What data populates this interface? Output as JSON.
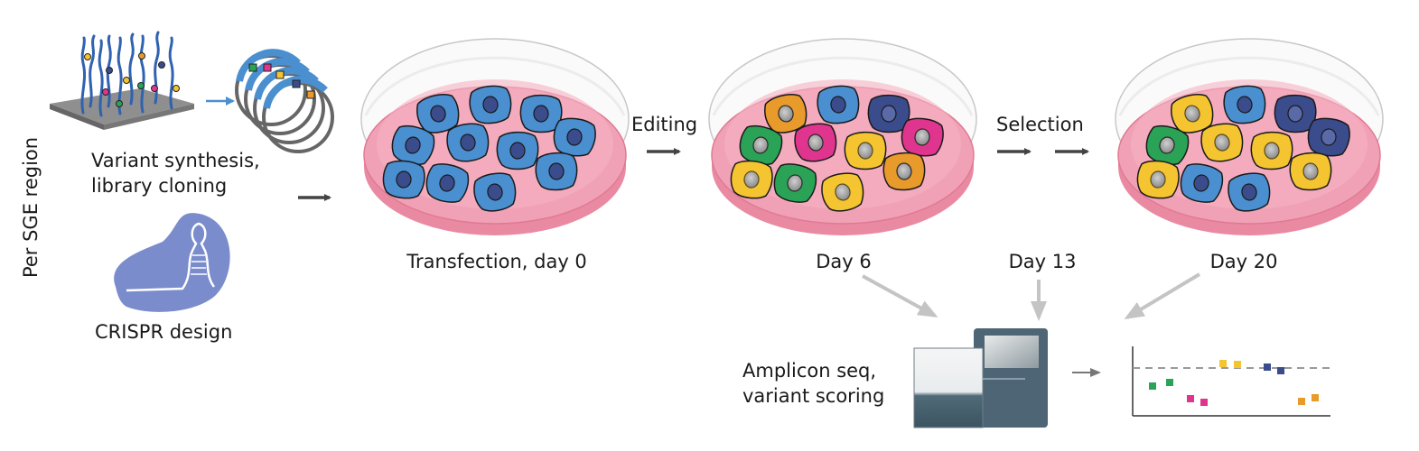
{
  "labels": {
    "side": "Per SGE region",
    "synthesis_line1": "Variant synthesis,",
    "synthesis_line2": "library cloning",
    "crispr": "CRISPR design",
    "transfection": "Transfection, day 0",
    "editing": "Editing",
    "day6": "Day 6",
    "selection": "Selection",
    "day13": "Day 13",
    "day20": "Day 20",
    "amplicon_line1": "Amplicon seq,",
    "amplicon_line2": "variant scoring"
  },
  "colors": {
    "wildtype": "#4a8fcf",
    "green": "#2aa356",
    "pink": "#e0358e",
    "orange": "#e89a2b",
    "yellow": "#f5c431",
    "navy": "#3b4c8c",
    "dish": "#f0a1b5",
    "crispr": "#7a8ccc",
    "arrow": "#444444",
    "grey_arrow": "#c4c4c4"
  },
  "dishes": [
    {
      "id": "day0",
      "cells": [
        "wildtype",
        "wildtype",
        "wildtype",
        "wildtype",
        "wildtype",
        "wildtype",
        "wildtype",
        "wildtype",
        "wildtype",
        "wildtype",
        "wildtype"
      ]
    },
    {
      "id": "day6",
      "cells": [
        "orange",
        "wildtype",
        "navy",
        "pink",
        "green",
        "pink",
        "yellow",
        "yellow",
        "green",
        "yellow",
        "orange"
      ]
    },
    {
      "id": "day20",
      "cells": [
        "yellow",
        "wildtype",
        "navy",
        "navy",
        "green",
        "yellow",
        "yellow",
        "yellow",
        "wildtype",
        "wildtype",
        "yellow"
      ]
    }
  ]
}
